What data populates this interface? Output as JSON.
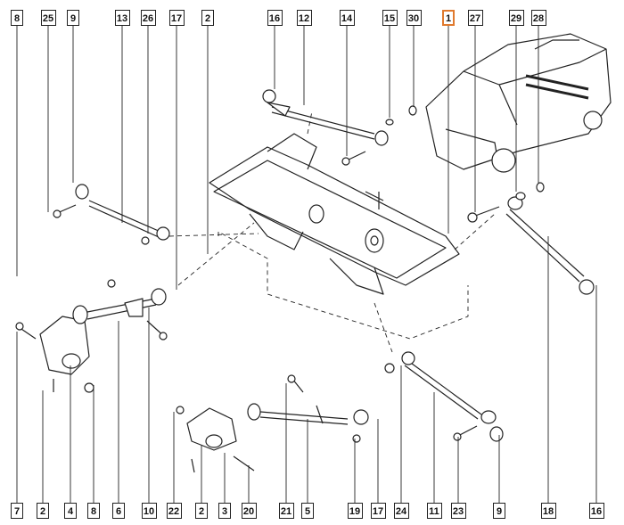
{
  "diagram": {
    "top_callouts": [
      "8",
      "25",
      "9",
      "13",
      "26",
      "17",
      "2",
      "16",
      "12",
      "14",
      "15",
      "30",
      "1",
      "27",
      "29",
      "28"
    ],
    "bottom_callouts": [
      "7",
      "2",
      "4",
      "8",
      "6",
      "10",
      "22",
      "2",
      "3",
      "20",
      "21",
      "5",
      "19",
      "17",
      "24",
      "11",
      "23",
      "9",
      "18",
      "16"
    ],
    "highlighted_callout": "1",
    "colors": {
      "highlight": "#e07a2e",
      "line": "#222222"
    }
  }
}
